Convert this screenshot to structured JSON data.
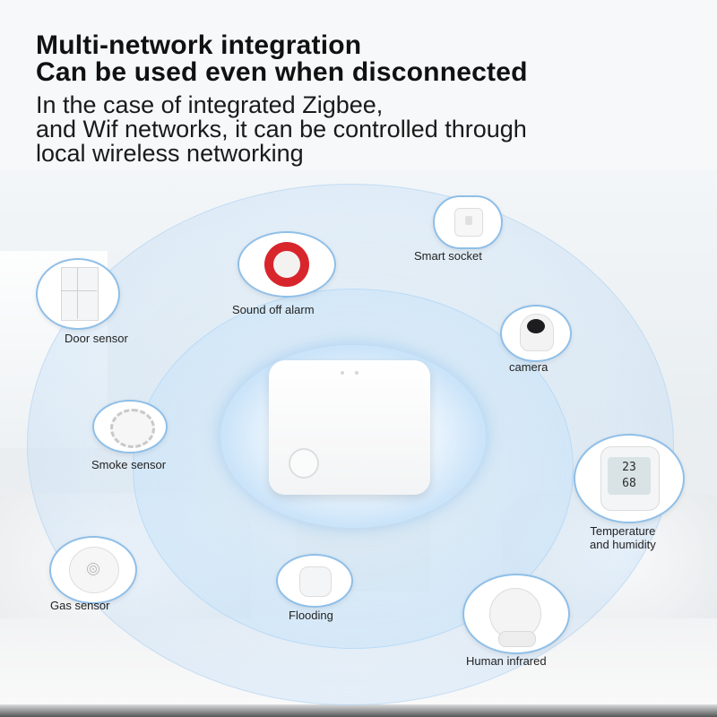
{
  "heading": {
    "line1": "Multi-network integration",
    "line2": "Can be used even when disconnected"
  },
  "subheading": {
    "line1": "In the case of integrated Zigbee,",
    "line2": "and Wif networks, it can be controlled through",
    "line3": "local wireless networking"
  },
  "devices": {
    "smart_socket": "Smart socket",
    "sound_off_alarm": "Sound off alarm",
    "door_sensor": "Door sensor",
    "camera": "camera",
    "smoke_sensor": "Smoke sensor",
    "temperature_humidity_line1": "Temperature",
    "temperature_humidity_line2": "and humidity",
    "gas_sensor": "Gas sensor",
    "flooding": "Flooding",
    "human_infrared": "Human infrared"
  },
  "thermo_display": {
    "temperature": "23",
    "humidity": "68"
  },
  "colors": {
    "ring_blue": "#8fc3f0",
    "alarm_red": "#d8252c",
    "text": "#111111"
  }
}
